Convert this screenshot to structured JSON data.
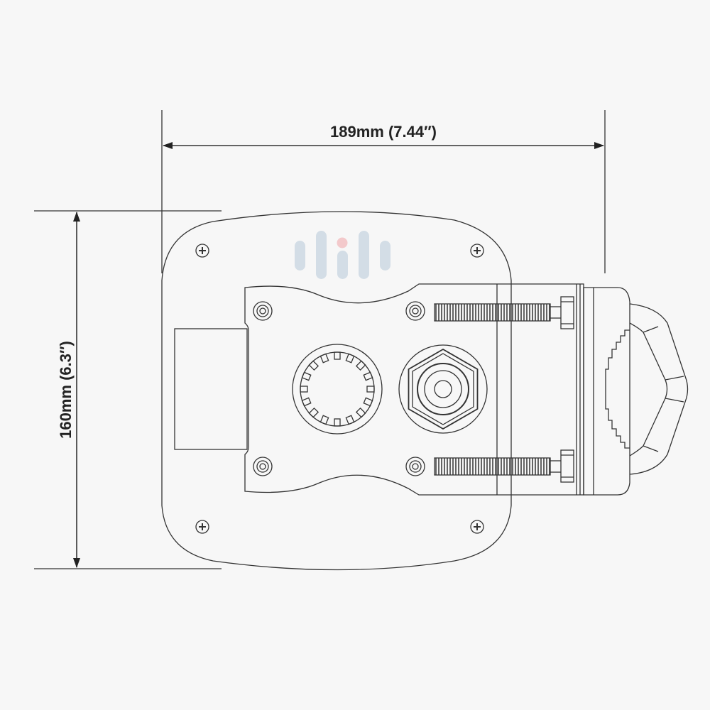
{
  "dimensions": {
    "width_label": "189mm (7.44″)",
    "height_label": "160mm (6.3″)"
  },
  "watermark": {
    "icon": "bar-logo-watermark",
    "bar_color": "#d3dde6",
    "dot_color": "#f3c9cb"
  },
  "colors": {
    "line": "#333333",
    "background": "#f7f7f7"
  }
}
